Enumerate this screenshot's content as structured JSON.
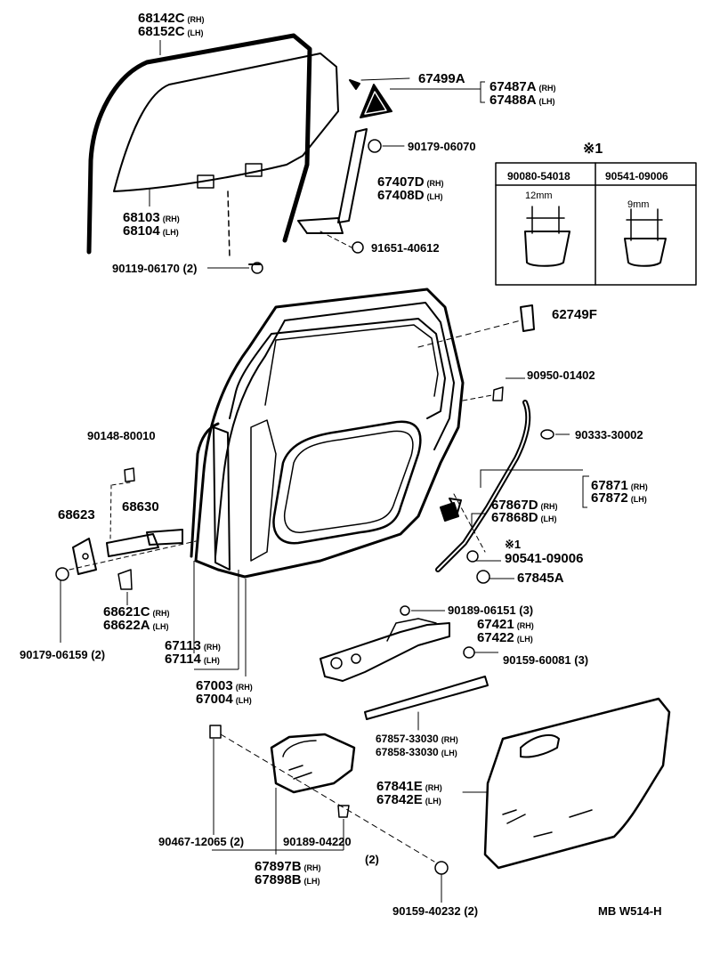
{
  "diagram_code": "MB W514-H",
  "note_table": {
    "mark": "※1",
    "columns": [
      {
        "part": "90080-54018",
        "size": "12mm"
      },
      {
        "part": "90541-09006",
        "size": "9mm"
      }
    ]
  },
  "labels": {
    "glass_run_rh": "68142C",
    "glass_run_lh": "68152C",
    "glass_rh": "68103",
    "glass_lh": "68104",
    "bolt_glass": "90119-06170 (2)",
    "screw_67499a": "67499A",
    "qtr_glass_rh": "67487A",
    "qtr_glass_lh": "67488A",
    "nut_90179_06070": "90179-06070",
    "division_bar_rh": "67407D",
    "division_bar_lh": "67408D",
    "bolt_91651": "91651-40612",
    "seal_62749f": "62749F",
    "clip_90950": "90950-01402",
    "plug_90333": "90333-30002",
    "weatherstrip_rh": "67871",
    "weatherstrip_lh": "67872",
    "weatherstrip2_rh": "67867D",
    "weatherstrip2_lh": "67868D",
    "clip_90541": "90541-09006",
    "cushion_67845a": "67845A",
    "hinge_bolt": "90148-80010",
    "hinge_68623": "68623",
    "hinge_68630": "68630",
    "hinge_rh": "68621C",
    "hinge_lh": "68622A",
    "nut_90179_06159": "90179-06159 (2)",
    "panel_rh": "67113",
    "panel_lh": "67114",
    "door_rh": "67003",
    "door_lh": "67004",
    "bolt_90189_06151": "90189-06151 (3)",
    "reg_rh": "67421",
    "reg_lh": "67422",
    "bolt_90159_60081": "90159-60081 (3)",
    "strip_rh": "67857-33030",
    "strip_lh": "67858-33030",
    "trim_rh": "67841E",
    "trim_lh": "67842E",
    "screw_90467": "90467-12065 (2)",
    "nut_90189_04220": "90189-04220",
    "nut_90189_04220_qty": "(2)",
    "cover_rh": "67897B",
    "cover_lh": "67898B",
    "bolt_90159_40232": "90159-40232 (2)",
    "rh": "(RH)",
    "lh": "(LH)"
  }
}
